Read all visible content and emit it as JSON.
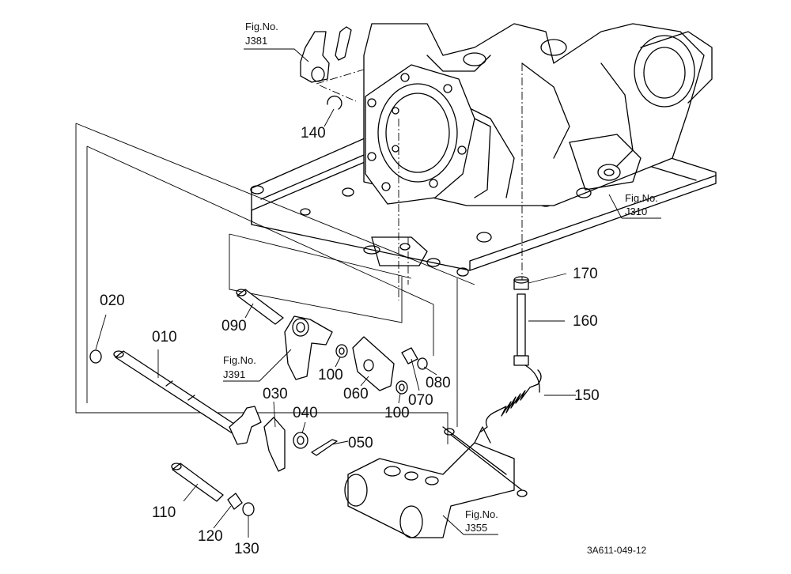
{
  "parts": [
    {
      "id": "p010",
      "label": "010"
    },
    {
      "id": "p020",
      "label": "020"
    },
    {
      "id": "p030",
      "label": "030"
    },
    {
      "id": "p040",
      "label": "040"
    },
    {
      "id": "p050",
      "label": "050"
    },
    {
      "id": "p060",
      "label": "060"
    },
    {
      "id": "p070",
      "label": "070"
    },
    {
      "id": "p080",
      "label": "080"
    },
    {
      "id": "p090",
      "label": "090"
    },
    {
      "id": "p100a",
      "label": "100"
    },
    {
      "id": "p100b",
      "label": "100"
    },
    {
      "id": "p110",
      "label": "110"
    },
    {
      "id": "p120",
      "label": "120"
    },
    {
      "id": "p130",
      "label": "130"
    },
    {
      "id": "p140",
      "label": "140"
    },
    {
      "id": "p150",
      "label": "150"
    },
    {
      "id": "p160",
      "label": "160"
    },
    {
      "id": "p170",
      "label": "170"
    }
  ],
  "figure_refs": [
    {
      "caption": "Fig.No.",
      "number": "J381"
    },
    {
      "caption": "Fig.No.",
      "number": "J310"
    },
    {
      "caption": "Fig.No.",
      "number": "J391"
    },
    {
      "caption": "Fig.No.",
      "number": "J355"
    }
  ],
  "drawing_code": "3A611-049-12"
}
